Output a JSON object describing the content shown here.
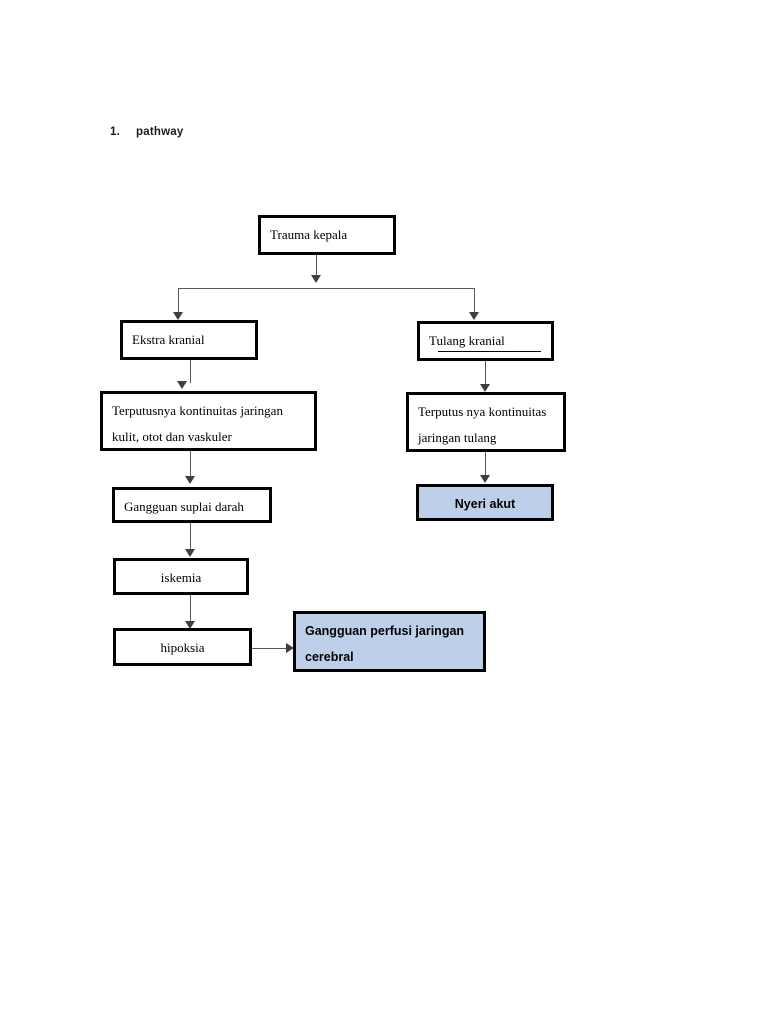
{
  "document": {
    "heading": {
      "number": "1.",
      "text": "pathway"
    }
  },
  "diagram": {
    "type": "flowchart",
    "title": "pathway",
    "colors": {
      "node_fill": "#ffffff",
      "node_border": "#000000",
      "highlight_fill": "#bed0e9",
      "connector": "#595959"
    },
    "nodes": [
      {
        "id": "trauma-kepala",
        "label": "Trauma kepala",
        "lines": [
          "Trauma kepala"
        ],
        "style": "plain",
        "align": "left"
      },
      {
        "id": "ekstra-kranial",
        "label": "Ekstra kranial",
        "lines": [
          "Ekstra kranial"
        ],
        "style": "plain",
        "align": "left"
      },
      {
        "id": "tulang-kranial",
        "label": "Tulang kranial",
        "lines": [
          "Tulang kranial"
        ],
        "style": "plain",
        "align": "left"
      },
      {
        "id": "terputusnya-kontinuitas-jaringan",
        "label": "Terputusnya kontinuitas jaringan kulit, otot dan vaskuler",
        "lines": [
          "Terputusnya kontinuitas jaringan",
          "kulit, otot dan vaskuler"
        ],
        "style": "plain",
        "align": "left"
      },
      {
        "id": "terputus-nya-kontinuitas-jaringan-tulang",
        "label": "Terputus nya kontinuitas jaringan tulang",
        "lines": [
          "Terputus nya kontinuitas",
          "jaringan tulang"
        ],
        "style": "plain",
        "align": "left"
      },
      {
        "id": "gangguan-suplai-darah",
        "label": "Gangguan suplai darah",
        "lines": [
          "Gangguan suplai darah"
        ],
        "style": "plain",
        "align": "left"
      },
      {
        "id": "nyeri-akut",
        "label": "Nyeri akut",
        "lines": [
          "Nyeri akut"
        ],
        "style": "highlight",
        "align": "center"
      },
      {
        "id": "iskemia",
        "label": "iskemia",
        "lines": [
          "iskemia"
        ],
        "style": "plain",
        "align": "center"
      },
      {
        "id": "hipoksia",
        "label": "hipoksia",
        "lines": [
          "hipoksia"
        ],
        "style": "plain",
        "align": "center"
      },
      {
        "id": "gangguan-perfusi-jaringan-cerebral",
        "label": "Gangguan perfusi jaringan cerebral",
        "lines": [
          "Gangguan perfusi jaringan",
          "cerebral"
        ],
        "style": "highlight",
        "align": "left"
      }
    ],
    "edges": [
      {
        "from": "trauma-kepala",
        "to": "ekstra-kranial",
        "kind": "split-arrow"
      },
      {
        "from": "trauma-kepala",
        "to": "tulang-kranial",
        "kind": "split-arrow"
      },
      {
        "from": "ekstra-kranial",
        "to": "terputusnya-kontinuitas-jaringan",
        "kind": "arrow"
      },
      {
        "from": "tulang-kranial",
        "to": "terputus-nya-kontinuitas-jaringan-tulang",
        "kind": "arrow"
      },
      {
        "from": "terputusnya-kontinuitas-jaringan",
        "to": "gangguan-suplai-darah",
        "kind": "arrow"
      },
      {
        "from": "terputus-nya-kontinuitas-jaringan-tulang",
        "to": "nyeri-akut",
        "kind": "arrow"
      },
      {
        "from": "gangguan-suplai-darah",
        "to": "iskemia",
        "kind": "arrow"
      },
      {
        "from": "iskemia",
        "to": "hipoksia",
        "kind": "arrow"
      },
      {
        "from": "hipoksia",
        "to": "gangguan-perfusi-jaringan-cerebral",
        "kind": "arrow-right"
      }
    ]
  }
}
